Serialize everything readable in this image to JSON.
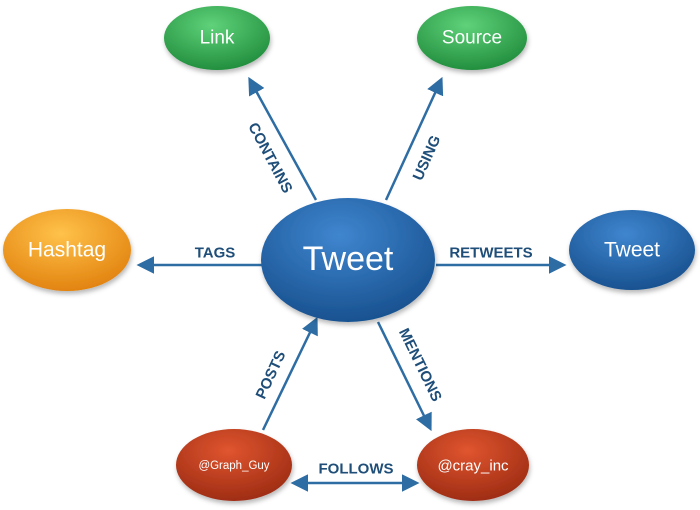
{
  "nodes": {
    "center": "Tweet",
    "link": "Link",
    "source": "Source",
    "hashtag": "Hashtag",
    "retweet": "Tweet",
    "graph_guy": "@Graph_Guy",
    "cray_inc": "@cray_inc"
  },
  "edges": {
    "contains": "CONTAINS",
    "using": "USING",
    "tags": "TAGS",
    "retweets": "RETWEETS",
    "posts": "POSTS",
    "mentions": "MENTIONS",
    "follows": "FOLLOWS"
  },
  "colors": {
    "green": "#2ea84a",
    "orange": "#f39a1e",
    "blue": "#1f5fa6",
    "red": "#b8361c",
    "arrow": "#2e6da4",
    "label": "#1f4e79"
  }
}
